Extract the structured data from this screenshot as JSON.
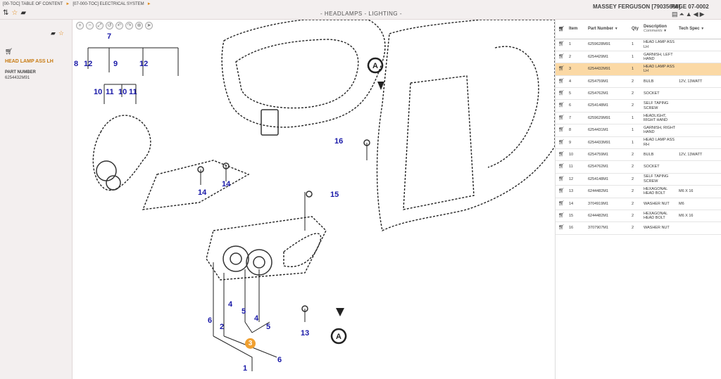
{
  "header": {
    "breadcrumbs": [
      "[00-TOC] TABLE OF CONTENT",
      "[07-000-TOC] ELECTRICAL SYSTEM"
    ],
    "section_title": "- HEADLAMPS - LIGHTING -",
    "brand": "MASSEY FERGUSON [79035668]",
    "page": "PAGE 07-0002"
  },
  "sidebar": {
    "part_title": "HEAD LAMP ASS LH",
    "part_number_label": "PART NUMBER",
    "part_number_value": "6254432M91"
  },
  "diagram": {
    "callouts": [
      {
        "label": "7"
      },
      {
        "label": "8"
      },
      {
        "label": "12"
      },
      {
        "label": "9"
      },
      {
        "label": "12"
      },
      {
        "label": "10"
      },
      {
        "label": "11"
      },
      {
        "label": "10"
      },
      {
        "label": "11"
      },
      {
        "label": "14"
      },
      {
        "label": "14"
      },
      {
        "label": "16"
      },
      {
        "label": "15"
      },
      {
        "label": "6"
      },
      {
        "label": "2"
      },
      {
        "label": "4"
      },
      {
        "label": "5"
      },
      {
        "label": "4"
      },
      {
        "label": "5"
      },
      {
        "label": "3"
      },
      {
        "label": "1"
      },
      {
        "label": "6"
      },
      {
        "label": "13"
      },
      {
        "label": "A"
      },
      {
        "label": "A"
      }
    ],
    "selected_callout": "3"
  },
  "table": {
    "headers": {
      "item": "Item",
      "part": "Part Number",
      "qty": "Qty",
      "desc": "Description",
      "desc_sub": "Comments",
      "spec": "Tech Spec"
    },
    "rows": [
      {
        "item": "1",
        "part": "6259628M91",
        "qty": "1",
        "desc": "HEAD LAMP ASS LH",
        "spec": ""
      },
      {
        "item": "2",
        "part": "6254429M1",
        "qty": "1",
        "desc": "GARNISH, LEFT HAND",
        "spec": ""
      },
      {
        "item": "3",
        "part": "6254432M91",
        "qty": "1",
        "desc": "HEAD LAMP ASS LH",
        "spec": ""
      },
      {
        "item": "4",
        "part": "6254759M1",
        "qty": "2",
        "desc": "BULB",
        "spec": "12V, 13WATT"
      },
      {
        "item": "5",
        "part": "6254762M1",
        "qty": "2",
        "desc": "SOCKET",
        "spec": ""
      },
      {
        "item": "6",
        "part": "6254148M1",
        "qty": "2",
        "desc": "SELF TAPING SCREW",
        "spec": ""
      },
      {
        "item": "7",
        "part": "6259629M91",
        "qty": "1",
        "desc": "HEADLIGHT, RIGHT HAND",
        "spec": ""
      },
      {
        "item": "8",
        "part": "6254431M1",
        "qty": "1",
        "desc": "GARNISH, RIGHT HAND",
        "spec": ""
      },
      {
        "item": "9",
        "part": "6254433M91",
        "qty": "1",
        "desc": "HEAD LAMP ASS RH",
        "spec": ""
      },
      {
        "item": "10",
        "part": "6254759M1",
        "qty": "2",
        "desc": "BULB",
        "spec": "12V, 13WATT"
      },
      {
        "item": "11",
        "part": "6254762M1",
        "qty": "2",
        "desc": "SOCKET",
        "spec": ""
      },
      {
        "item": "12",
        "part": "6254148M1",
        "qty": "2",
        "desc": "SELF TAPING SCREW",
        "spec": ""
      },
      {
        "item": "13",
        "part": "6244482M1",
        "qty": "2",
        "desc": "HEXAGONAL HEAD BOLT",
        "spec": "M6 X 16"
      },
      {
        "item": "14",
        "part": "3704919M1",
        "qty": "2",
        "desc": "WASHER NUT",
        "spec": "M6"
      },
      {
        "item": "15",
        "part": "6244482M1",
        "qty": "2",
        "desc": "HEXAGONAL HEAD BOLT",
        "spec": "M6 X 16"
      },
      {
        "item": "16",
        "part": "3707907M1",
        "qty": "2",
        "desc": "WASHER NUT",
        "spec": ""
      }
    ],
    "selected_item": "3"
  },
  "icons": {
    "sort": "sort-icon",
    "favorite": "star-icon",
    "comment": "comment-icon",
    "cart": "cart-icon",
    "print": "print-icon",
    "first": "first-page-icon",
    "up": "up-icon",
    "prev": "previous-icon",
    "next": "next-icon"
  },
  "colors": {
    "accent": "#e08a1a",
    "selected_row": "#fbd9a5",
    "callout": "#1a1aa8"
  }
}
